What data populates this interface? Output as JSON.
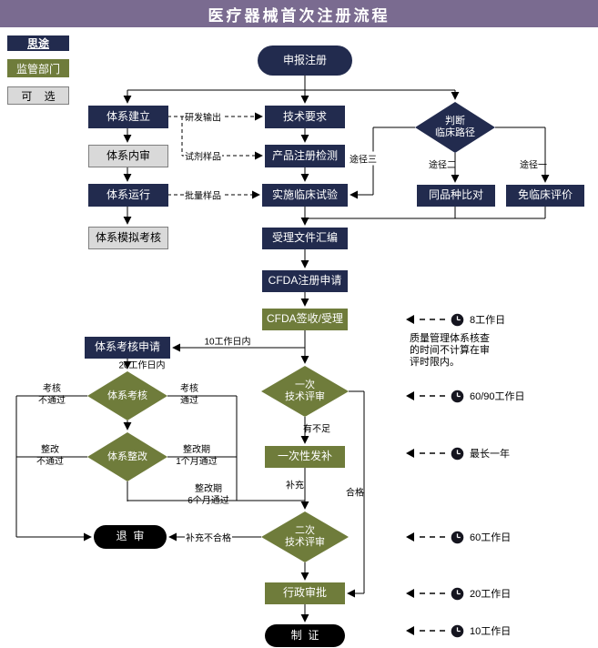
{
  "header": {
    "title": "医疗器械首次注册流程"
  },
  "legend": {
    "brand": "思途",
    "regulator": "监管部门",
    "optional": "可    选"
  },
  "nodes": {
    "declare": "申报注册",
    "sys_build": "体系建立",
    "sys_internal_audit": "体系内审",
    "sys_run": "体系运行",
    "sys_mock_exam": "体系模拟考核",
    "tech_req": "技术要求",
    "product_test": "产品注册检测",
    "clinical_trial": "实施临床试验",
    "dossier": "受理文件汇编",
    "cfda_apply": "CFDA注册申请",
    "cfda_accept": "CFDA签收/受理",
    "path_judge": "判断\n临床路径",
    "same_kind": "同品种比对",
    "no_clinical": "免临床评价",
    "sys_exam_apply": "体系考核申请",
    "sys_exam": "体系考核",
    "sys_rectify": "体系整改",
    "reject": "退  审",
    "review1": "一次\n技术评审",
    "supplement": "一次性发补",
    "review2": "二次\n技术评审",
    "approval": "行政审批",
    "certificate": "制  证"
  },
  "edge_labels": {
    "rd_output": "研发输出",
    "reagent_sample": "试剂样品",
    "batch_sample": "批量样品",
    "path3": "途径三",
    "path2": "途径二",
    "path1": "途径一",
    "within_10_days": "10工作日内",
    "within_20_days": "20工作日内",
    "exam_pass": "考核\n通过",
    "exam_fail": "考核\n不通过",
    "rectify_pass_1m": "整改期\n1个月通过",
    "rectify_fail": "整改\n不通过",
    "rectify_pass_6m": "整改期\n6个月通过",
    "insufficient": "有不足",
    "supplement_action": "补充",
    "qualified": "合格",
    "supplement_fail": "补充不合格"
  },
  "annotations": {
    "accept_days": "8工作日",
    "system_note": "质量管理体系核查\n的时间不计算在审\n评时限内。",
    "review1_days": "60/90工作日",
    "supplement_days": "最长一年",
    "review2_days": "60工作日",
    "approval_days": "20工作日",
    "certificate_days": "10工作日"
  },
  "colors": {
    "header": "#7a6b90",
    "primary": "#222b4e",
    "regulator": "#6f7c3b",
    "optional": "#d9d9d9",
    "terminal": "#000000"
  }
}
